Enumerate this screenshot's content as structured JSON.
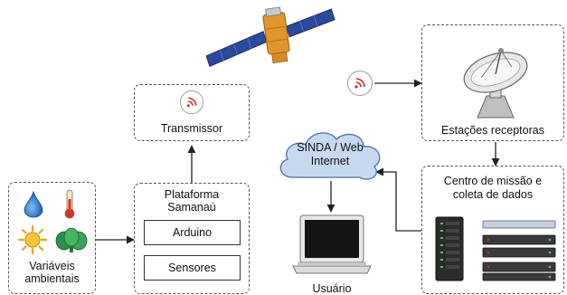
{
  "nodes": {
    "transmitter": {
      "label": "Transmissor"
    },
    "ground_stations": {
      "label": "Estações receptoras"
    },
    "mission_center": {
      "label_line1": "Centro de missão e",
      "label_line2": "coleta de dados"
    },
    "sinda": {
      "label_line1": "SINDA / Web",
      "label_line2": "Internet"
    },
    "user": {
      "label": "Usuário"
    },
    "platform": {
      "label_line1": "Plataforma",
      "label_line2": "Samanaú",
      "arduino": "Arduino",
      "sensors": "Sensores"
    },
    "env_vars": {
      "label_line1": "Variáveis",
      "label_line2": "ambientais"
    }
  },
  "icons": [
    "satellite-icon",
    "wifi-signal-icon",
    "satellite-dish-icon",
    "cloud-icon",
    "laptop-icon",
    "server-rack-icon",
    "water-drop-icon",
    "thermometer-icon",
    "sun-icon",
    "plant-icon"
  ],
  "colors": {
    "cloud_fill": "#c6d9f0",
    "signal_red": "#cc2a1e",
    "panel_blue": "#2c4a9c",
    "satellite_gold": "#e0962c"
  }
}
